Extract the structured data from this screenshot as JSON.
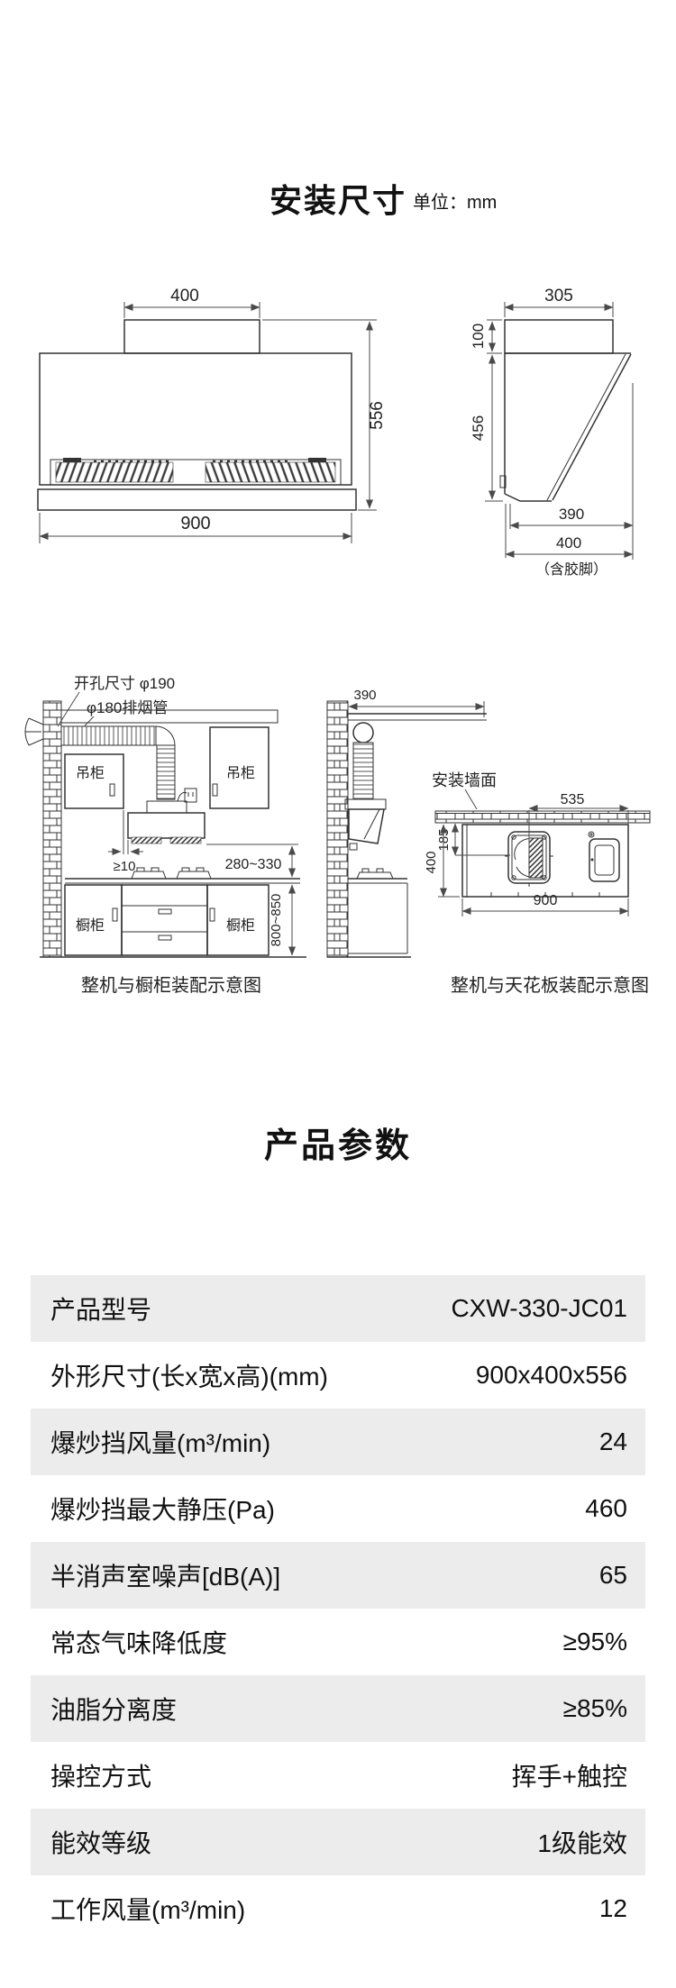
{
  "page": {
    "section1": {
      "title": "安装尺寸",
      "unit": "单位：mm"
    },
    "front_view": {
      "dim_top": "400",
      "dim_bottom": "900",
      "dim_height": "556"
    },
    "side_view": {
      "dim_top": "305",
      "dim_duct_h": "100",
      "dim_body_h": "456",
      "dim_depth": "390",
      "dim_depth_total": "400",
      "dim_note": "（含胶脚）"
    },
    "cabinet_diagram": {
      "label_hole": "开孔尺寸 φ190",
      "label_pipe": "φ180排烟管",
      "label_wall_cabinet_left": "吊柜",
      "label_wall_cabinet_right": "吊柜",
      "dim_gap": "≥10",
      "dim_height_range": "280~330",
      "label_base_cabinet_left": "橱柜",
      "label_base_cabinet_right": "橱柜",
      "dim_counter_height": "800~850",
      "caption": "整机与橱柜装配示意图"
    },
    "wall_diagram": {
      "dim_depth": "390",
      "label_wall": "安装墙面",
      "dim_fan_offset": "535",
      "dim_fan_setback": "185",
      "dim_depth_total": "400",
      "dim_width": "900",
      "caption": "整机与天花板装配示意图"
    },
    "section2": {
      "title": "产品参数"
    },
    "spec_table": {
      "rows": [
        {
          "label": "产品型号",
          "value": "CXW-330-JC01"
        },
        {
          "label": "外形尺寸(长x宽x高)(mm)",
          "value": "900x400x556"
        },
        {
          "label": "爆炒挡风量(m³/min)",
          "value": "24"
        },
        {
          "label": "爆炒挡最大静压(Pa)",
          "value": "460"
        },
        {
          "label": "半消声室噪声[dB(A)]",
          "value": "65"
        },
        {
          "label": "常态气味降低度",
          "value": "≥95%"
        },
        {
          "label": "油脂分离度",
          "value": "≥85%"
        },
        {
          "label": "操控方式",
          "value": "挥手+触控"
        },
        {
          "label": "能效等级",
          "value": "1级能效"
        },
        {
          "label": "工作风量(m³/min)",
          "value": "12"
        }
      ]
    }
  }
}
